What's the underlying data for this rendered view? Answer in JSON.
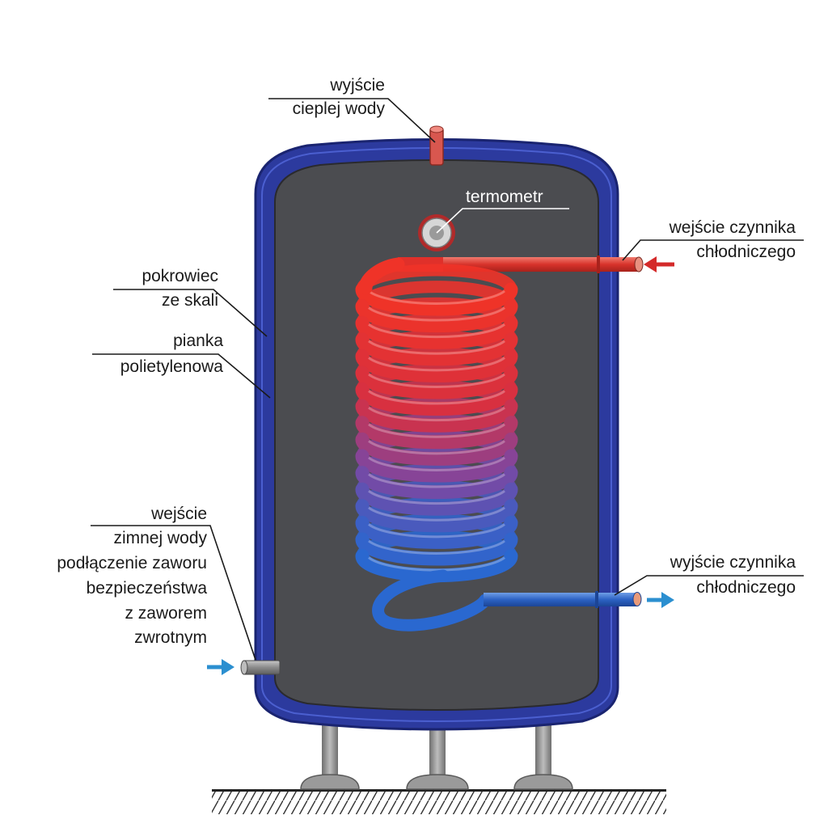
{
  "labels": {
    "hot_water_outlet": [
      "wyjście",
      "cieplej wody"
    ],
    "thermometer": "termometr",
    "refrigerant_inlet": [
      "wejście czynnika",
      "chłodniczego"
    ],
    "cover": [
      "pokrowiec",
      "ze skali"
    ],
    "foam": [
      "pianka",
      "polietylenowa"
    ],
    "cold_water_inlet": [
      "wejście",
      "zimnej wody",
      "podłączenie zaworu",
      "bezpieczeństwa",
      "z zaworem",
      "zwrotnym"
    ],
    "refrigerant_outlet": [
      "wyjście czynnika",
      "chłodniczego"
    ]
  },
  "colors": {
    "outer_shell": "#2b3a9c",
    "inner_tank": "#4a4b4f",
    "coil_hot": "#e8302a",
    "coil_cold": "#2a63c8",
    "hot_arrow": "#d42a2a",
    "cold_arrow": "#2b8fd0",
    "legs": "#8c8c8c"
  },
  "icons": [
    "thermometer-icon",
    "inlet-arrow-icon",
    "outlet-arrow-icon",
    "ground-hatch"
  ]
}
